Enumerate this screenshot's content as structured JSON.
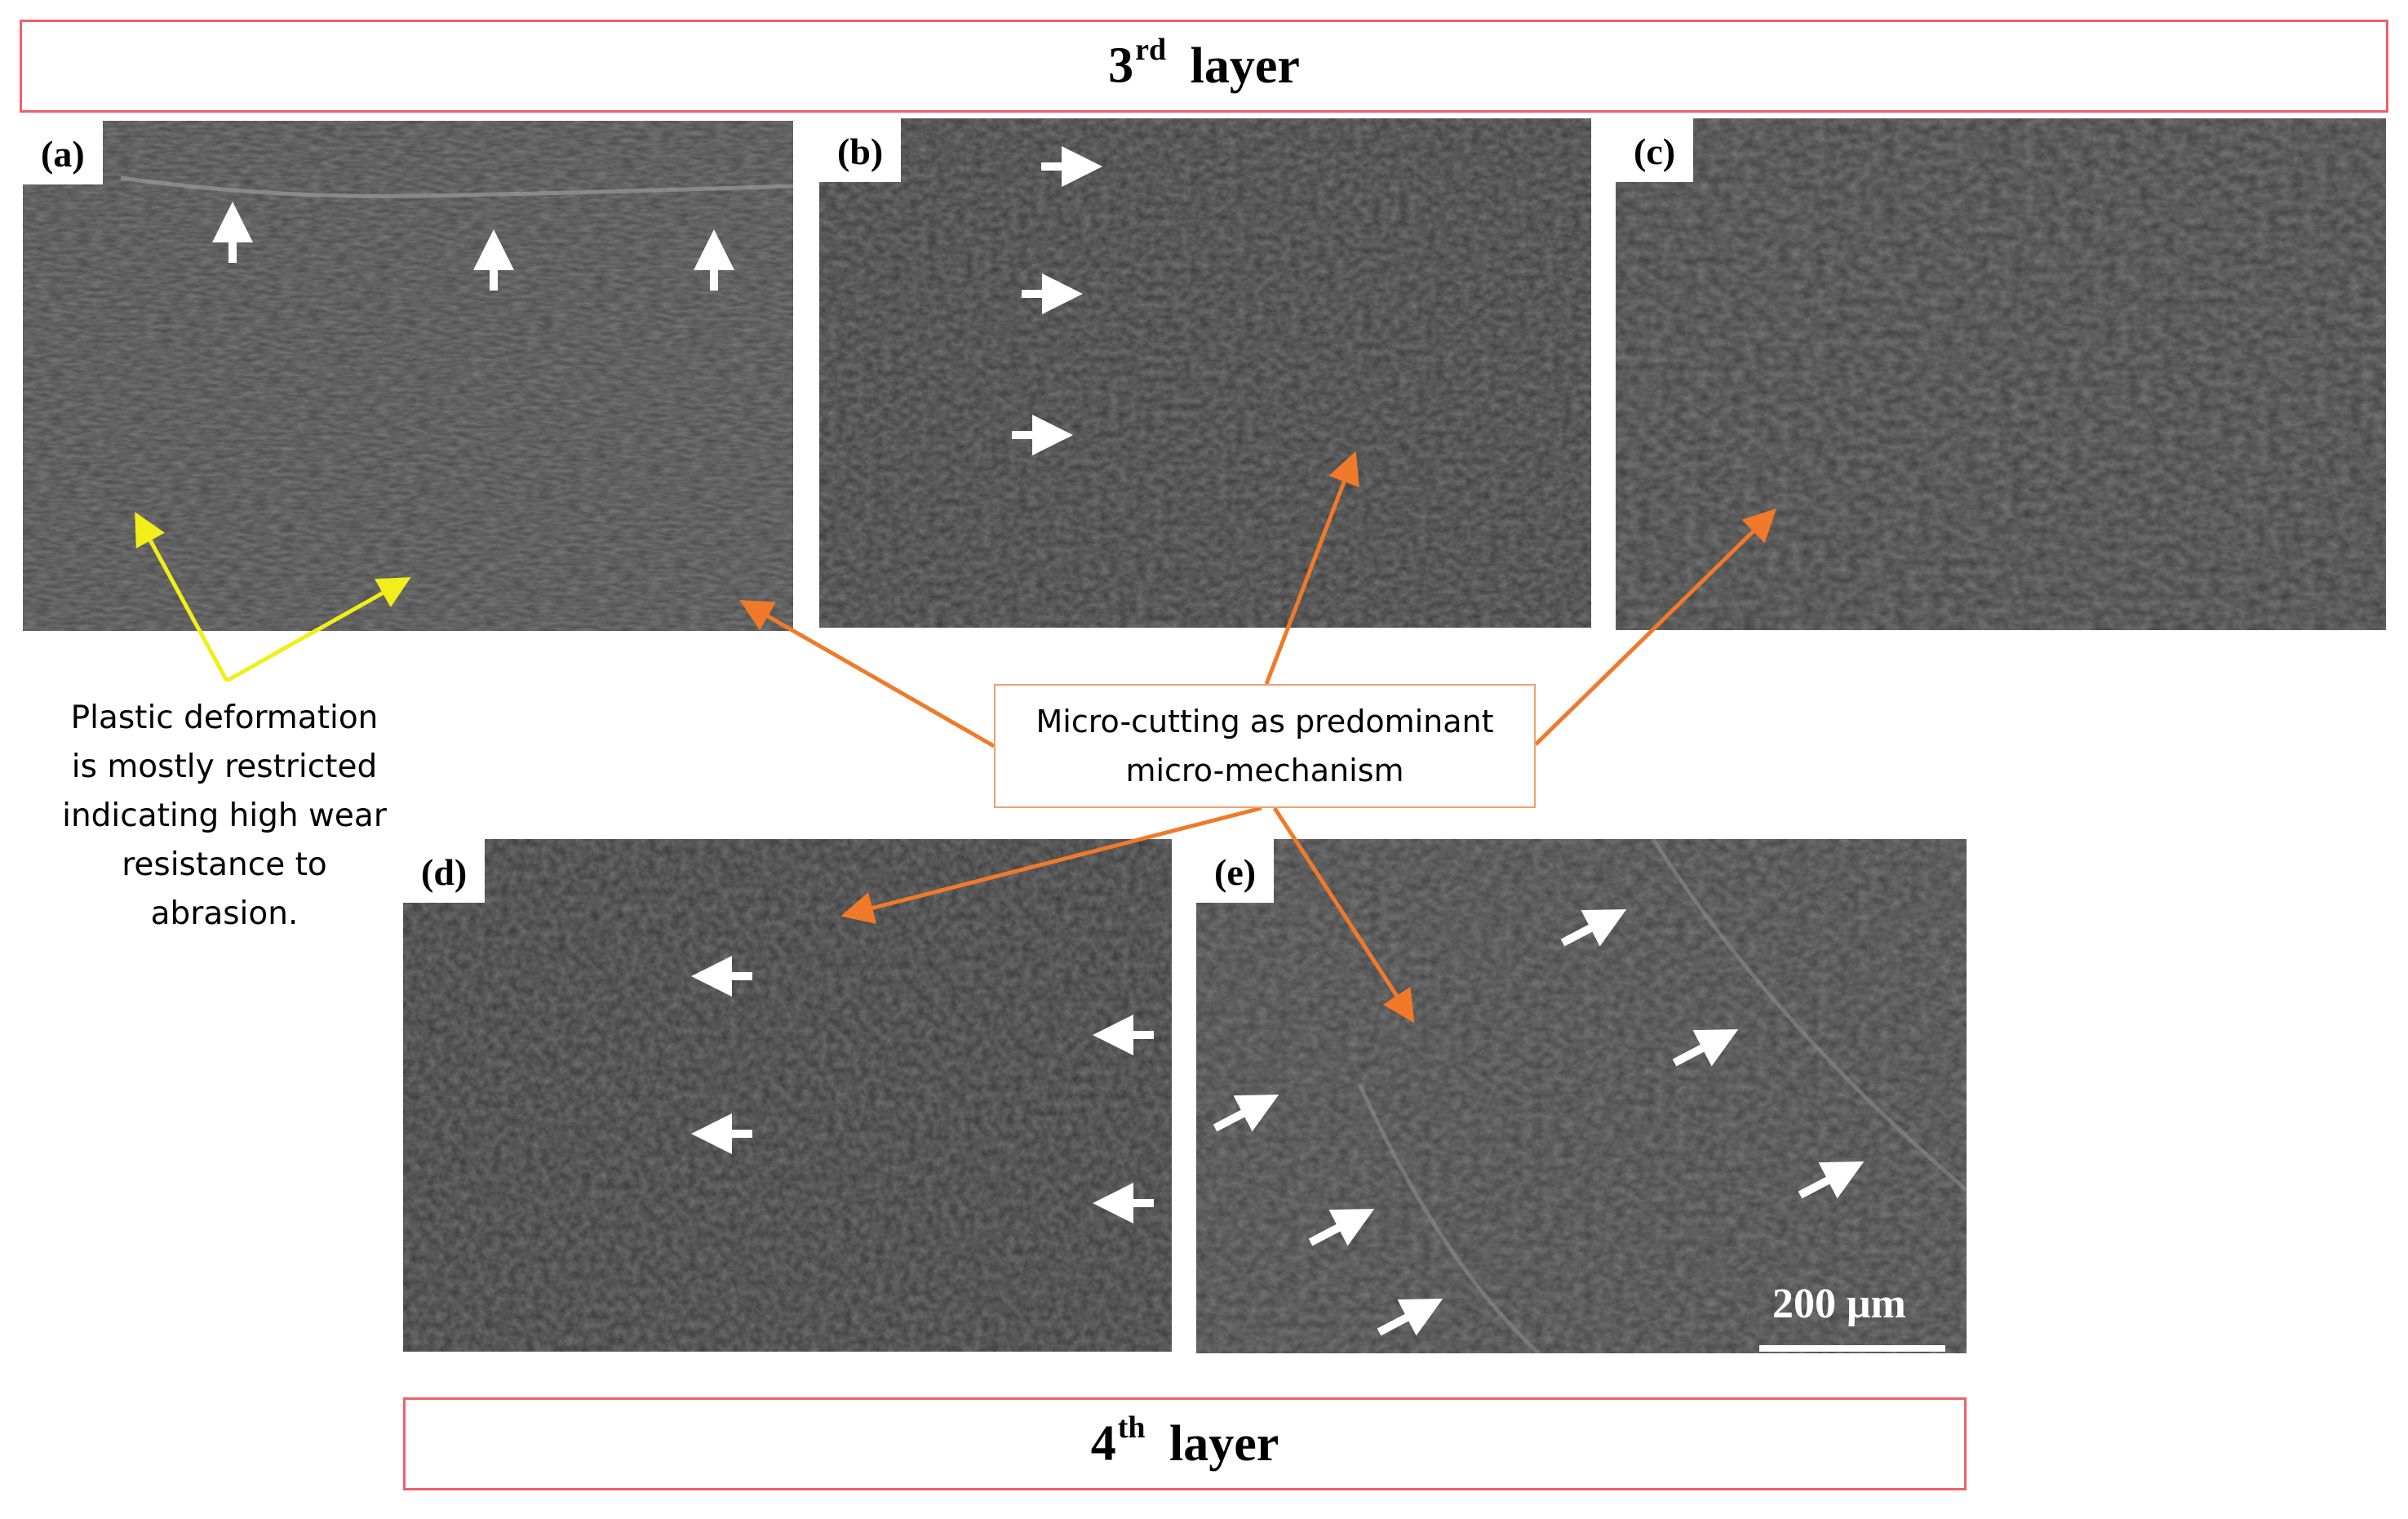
{
  "top_layer": {
    "prefix": "3",
    "suffix": "rd",
    "word": "layer"
  },
  "bottom_layer": {
    "prefix": "4",
    "suffix": "th",
    "word": "layer"
  },
  "panels": [
    {
      "label": "(a)"
    },
    {
      "label": "(b)"
    },
    {
      "label": "(c)"
    },
    {
      "label": "(d)"
    },
    {
      "label": "(e)"
    }
  ],
  "callout": {
    "line1": "Micro-cutting as predominant",
    "line2": "micro-mechanism"
  },
  "note": {
    "lines": [
      "Plastic deformation",
      "is mostly restricted",
      "indicating high wear",
      "resistance to",
      "abrasion."
    ]
  },
  "scale_bar": {
    "label": "200 μm"
  },
  "colors": {
    "box_border": "#f0606a",
    "callout_border": "#f0a070",
    "orange_arrow": "#f07a2a",
    "yellow_arrow": "#f2ee1a",
    "white_arrow": "#ffffff",
    "sem_gray": "#3b3b3b"
  },
  "icons": {
    "direction_marker": "arrow-icon"
  }
}
